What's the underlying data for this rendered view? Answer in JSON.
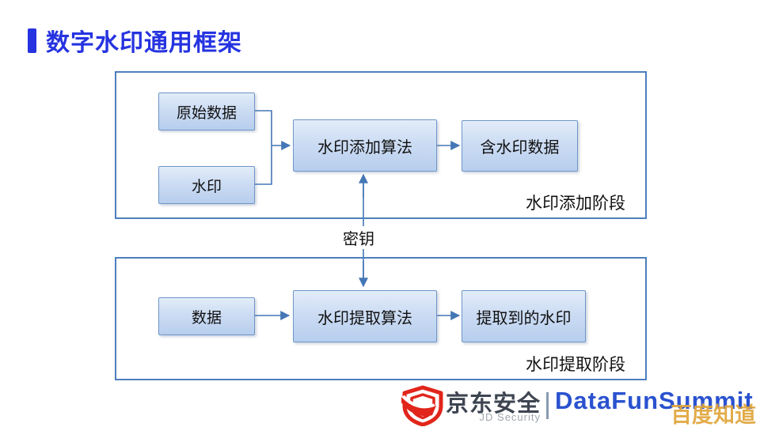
{
  "title": {
    "text": "数字水印通用框架"
  },
  "stage1": {
    "label": "水印添加阶段",
    "nodes": {
      "original_data": "原始数据",
      "watermark": "水印",
      "embed_algorithm": "水印添加算法",
      "watermarked_data": "含水印数据"
    }
  },
  "key": {
    "label": "密钥"
  },
  "stage2": {
    "label": "水印提取阶段",
    "nodes": {
      "data": "数据",
      "extract_algorithm": "水印提取算法",
      "extracted_watermark": "提取到的水印"
    }
  },
  "footer": {
    "brand_cn": "京东安全",
    "brand_en": "JD Security",
    "summit": "DataFunSummit",
    "overlay_watermark": "百度知道"
  },
  "colors": {
    "title_accent": "#2533E0",
    "stage_border": "#4D7EBD",
    "node_border": "#6E96C8",
    "node_fill_top": "#E3EDF9",
    "node_fill_bottom": "#B7CEEE",
    "connector": "#4477B5",
    "jd_red": "#E1251B",
    "summit_blue": "#2A52CF",
    "overlay_gold": "#E0A63C"
  }
}
